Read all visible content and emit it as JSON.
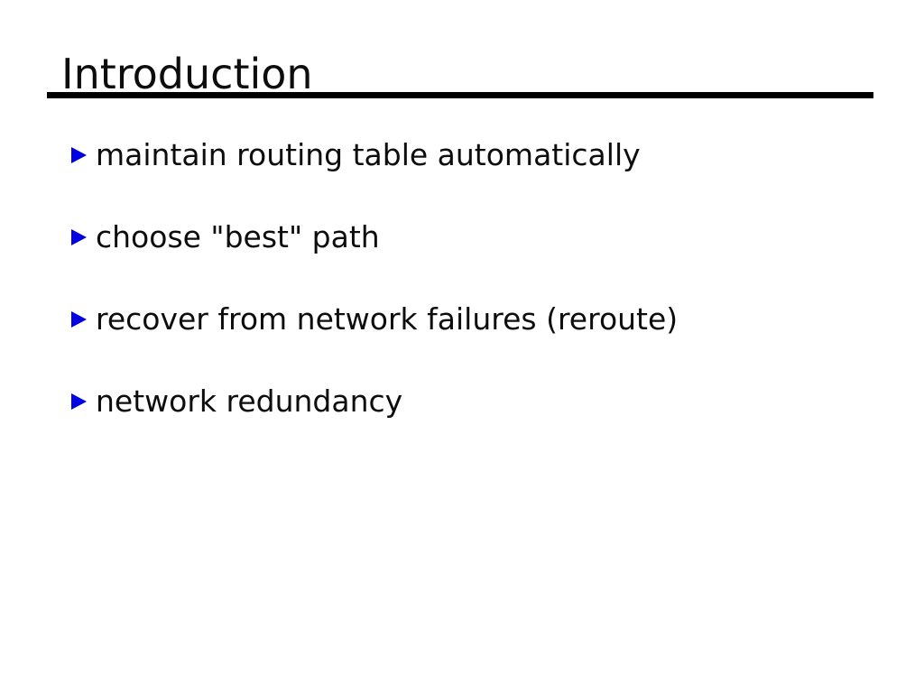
{
  "slide": {
    "title": "Introduction",
    "bullets": [
      "maintain routing table automatically",
      "choose \"best\" path",
      "recover from network failures (reroute)",
      "network redundancy"
    ],
    "colors": {
      "background": "#ffffff",
      "text": "#0d0d0d",
      "rule": "#000000",
      "bullet_marker": "#0000e0"
    }
  }
}
